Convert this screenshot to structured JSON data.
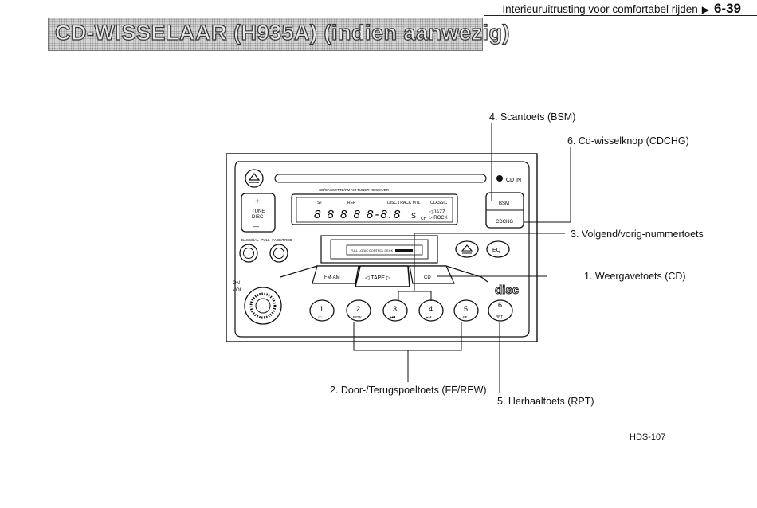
{
  "header": {
    "section_title": "Interieuruitrusting voor comfortabel rijden",
    "arrow_icon": "right-triangle-icon",
    "page_number": "6-39"
  },
  "page_title": "CD-WISSELAAR (H935A) (indien aanwezig)",
  "callouts": {
    "c1": "1. Weergavetoets (CD)",
    "c2": "2. Door-/Terugspoeltoets (FF/REW)",
    "c3": "3. Volgend/vorig-nummertoets",
    "c4": "4. Scantoets (BSM)",
    "c5": "5. Herhaaltoets (RPT)",
    "c6": "6. Cd-wisselknop (CDCHG)"
  },
  "device": {
    "model_text": "CD/CASSETTE/FM AM TUNER RECEIVER",
    "cd_in_label": "CD  IN",
    "tune_plus": "+",
    "tune_label_1": "TUNE",
    "tune_label_2": "DISC",
    "tune_minus": "—",
    "display_labels": [
      "ST",
      "REP",
      "DISC TRACK MTL",
      "CLASSIC"
    ],
    "display_digits": "8 8 8 8  8-8.8",
    "display_s": "S",
    "display_ch": "CH",
    "jazz": "◁ JAZZ",
    "rock": "▷ ROCK",
    "bsm": "BSM",
    "cdchg": "CDCHG",
    "knob_labels": "BASS/BAL  -PULL-  FADE/TREB",
    "cassette_text": "FULL LOGIC CONTROL DECK",
    "eq": "EQ",
    "fm_am": "FM·AM",
    "tape": "◁ TAPE ▷",
    "cd": "CD",
    "on_vol_1": "ON",
    "on_vol_2": "VOL",
    "disc_logo": "disc",
    "presets": [
      "1",
      "2",
      "3",
      "4",
      "5",
      "6"
    ],
    "preset_sub": [
      "▭",
      "REW",
      "⏮",
      "⏭",
      "FF",
      "RPT"
    ]
  },
  "figure_ref": "HDS-107"
}
